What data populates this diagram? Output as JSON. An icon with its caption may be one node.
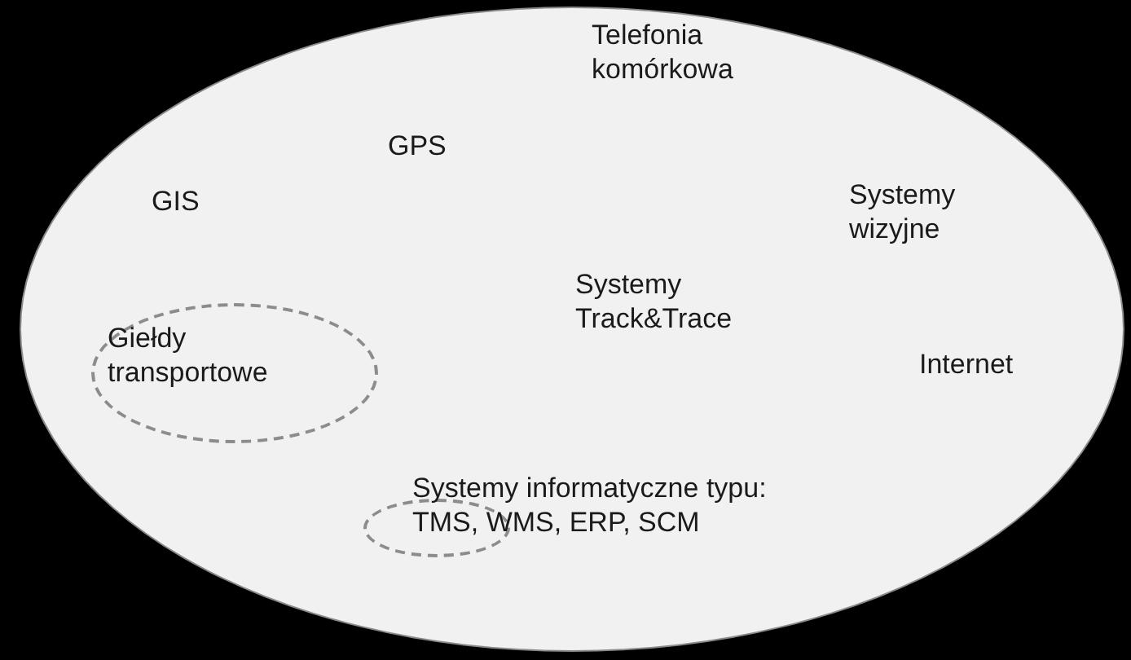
{
  "diagram": {
    "nodes": [
      {
        "text": [],
        "shape": "ellipse"
      },
      {
        "text": [
          "Giełdy transportowe"
        ],
        "in": 0
      },
      {
        "text": [],
        "shape": "ellipse",
        "in": 0
      }
    ],
    "labels": [
      "Telefonia komórkowa",
      "GPS",
      "GIS",
      "Systemy wizyjne",
      "Systemy Track&Trace",
      "Internet",
      "Systemy informatyczne typu: TMS, WMS, ERP, SCM"
    ]
  }
}
